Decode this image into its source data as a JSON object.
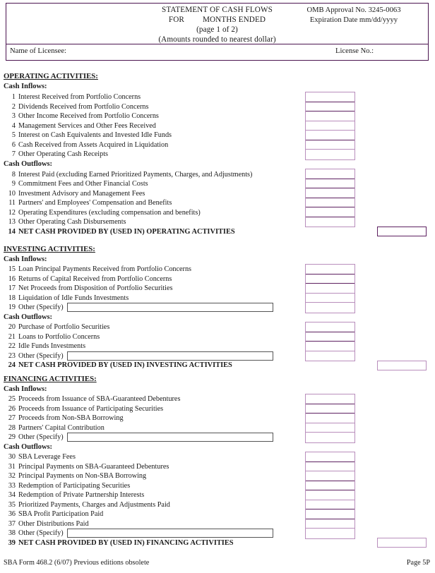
{
  "header": {
    "title_line1": "STATEMENT OF CASH FLOWS",
    "title_for": "FOR",
    "title_months": "MONTHS ENDED",
    "title_page": "(page 1 of 2)",
    "title_rounded": "(Amounts rounded to nearest dollar)",
    "omb_approval": "OMB Approval No. 3245-0063",
    "omb_expiration": "Expiration Date  mm/dd/yyyy",
    "licensee_label": "Name of Licensee:",
    "license_no_label": "License No.:"
  },
  "sections": [
    {
      "heading": "OPERATING ACTIVITIES:",
      "groups": [
        {
          "subhead": "Cash Inflows:",
          "rows": [
            {
              "num": "1",
              "label": "Interest Received from Portfolio Concerns"
            },
            {
              "num": "2",
              "label": "Dividends Received from Portfolio Concerns"
            },
            {
              "num": "3",
              "label": "Other Income Received from Portfolio Concerns"
            },
            {
              "num": "4",
              "label": "Management Services and Other Fees Received"
            },
            {
              "num": "5",
              "label": "Interest on Cash Equivalents and Invested Idle Funds"
            },
            {
              "num": "6",
              "label": "Cash Received from Assets Acquired in Liquidation"
            },
            {
              "num": "7",
              "label": "Other Operating Cash Receipts"
            }
          ]
        },
        {
          "subhead": "Cash Outflows:",
          "rows": [
            {
              "num": "8",
              "label": "Interest Paid (excluding Earned Prioritized Payments, Charges, and Adjustments)"
            },
            {
              "num": "9",
              "label": "Commitment Fees and Other Financial Costs"
            },
            {
              "num": "10",
              "label": "Investment Advisory and Management Fees"
            },
            {
              "num": "11",
              "label": "Partners' and Employees' Compensation and Benefits"
            },
            {
              "num": "12",
              "label": "Operating Expenditures (excluding compensation and benefits)"
            },
            {
              "num": "13",
              "label": "Other Operating Cash Disbursements"
            }
          ]
        }
      ],
      "total": {
        "num": "14",
        "label": "NET CASH PROVIDED BY (USED IN) OPERATING ACTIVITIES"
      }
    },
    {
      "heading": "INVESTING ACTIVITIES:",
      "groups": [
        {
          "subhead": "Cash Inflows:",
          "rows": [
            {
              "num": "15",
              "label": "Loan Principal Payments Received from Portfolio Concerns"
            },
            {
              "num": "16",
              "label": "Returns of Capital Received from Portfolio Concerns"
            },
            {
              "num": "17",
              "label": "Net Proceeds from Disposition of Portfolio Securities"
            },
            {
              "num": "18",
              "label": "Liquidation of Idle Funds Investments"
            },
            {
              "num": "19",
              "label": "Other (Specify)",
              "specify": true
            }
          ]
        },
        {
          "subhead": "Cash Outflows:",
          "rows": [
            {
              "num": "20",
              "label": "Purchase of Portfolio Securities"
            },
            {
              "num": "21",
              "label": "Loans to Portfolio Concerns"
            },
            {
              "num": "22",
              "label": "Idle Funds Investments"
            },
            {
              "num": "23",
              "label": "Other (Specify)",
              "specify": true
            }
          ]
        }
      ],
      "total": {
        "num": "24",
        "label": "NET CASH PROVIDED BY (USED IN) INVESTING ACTIVITIES"
      }
    },
    {
      "heading": "FINANCING ACTIVITIES:",
      "groups": [
        {
          "subhead": "Cash Inflows:",
          "rows": [
            {
              "num": "25",
              "label": "Proceeds from Issuance of SBA-Guaranteed Debentures"
            },
            {
              "num": "26",
              "label": "Proceeds from Issuance of Participating Securities"
            },
            {
              "num": "27",
              "label": "Proceeds from Non-SBA Borrowing"
            },
            {
              "num": "28",
              "label": "Partners' Capital Contribution"
            },
            {
              "num": "29",
              "label": "Other (Specify)",
              "specify": true
            }
          ]
        },
        {
          "subhead": "Cash Outflows:",
          "rows": [
            {
              "num": "30",
              "label": "SBA Leverage Fees"
            },
            {
              "num": "31",
              "label": "Principal Payments on SBA-Guaranteed Debentures"
            },
            {
              "num": "32",
              "label": "Principal Payments on Non-SBA Borrowing"
            },
            {
              "num": "33",
              "label": "Redemption of Participating Securities"
            },
            {
              "num": "34",
              "label": "Redemption of Private Partnership Interests"
            },
            {
              "num": "35",
              "label": "Prioritized Payments, Charges and Adjustments Paid"
            },
            {
              "num": "36",
              "label": "SBA Profit Participation Paid"
            },
            {
              "num": "37",
              "label": "Other Distributions Paid"
            },
            {
              "num": "38",
              "label": "Other (Specify)",
              "specify": true
            }
          ]
        }
      ],
      "total": {
        "num": "39",
        "label": "NET CASH PROVIDED BY (USED IN) FINANCING ACTIVITIES"
      }
    }
  ],
  "footer": {
    "form_id": "SBA Form 468.2 (6/07)  Previous editions obsolete",
    "page_label": "Page 5P"
  },
  "colors": {
    "border_dark": "#4b1550",
    "border_mid": "#5d2060",
    "border_light": "#b98ebc",
    "specify_border": "#555555"
  }
}
